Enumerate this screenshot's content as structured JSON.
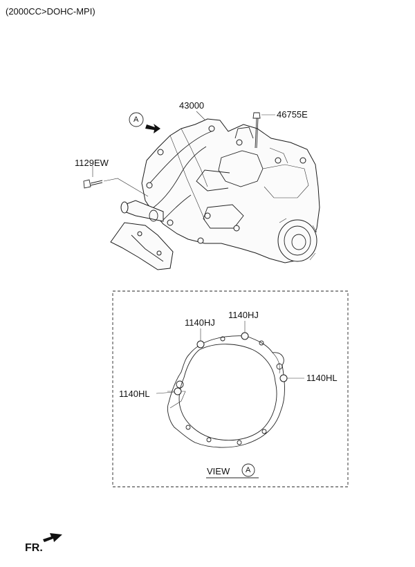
{
  "header": {
    "engine_spec": "(2000CC>DOHC-MPI)"
  },
  "callouts": {
    "transaxle": "43000",
    "bolt_top": "46755E",
    "bolt_left": "1129EW",
    "view_marker": "A"
  },
  "view_box": {
    "dowel_left": "1140HJ",
    "dowel_right": "1140HJ",
    "bush_right": "1140HL",
    "bush_left": "1140HL",
    "view_label": "VIEW",
    "view_marker": "A"
  },
  "footer": {
    "direction_label": "FR."
  }
}
